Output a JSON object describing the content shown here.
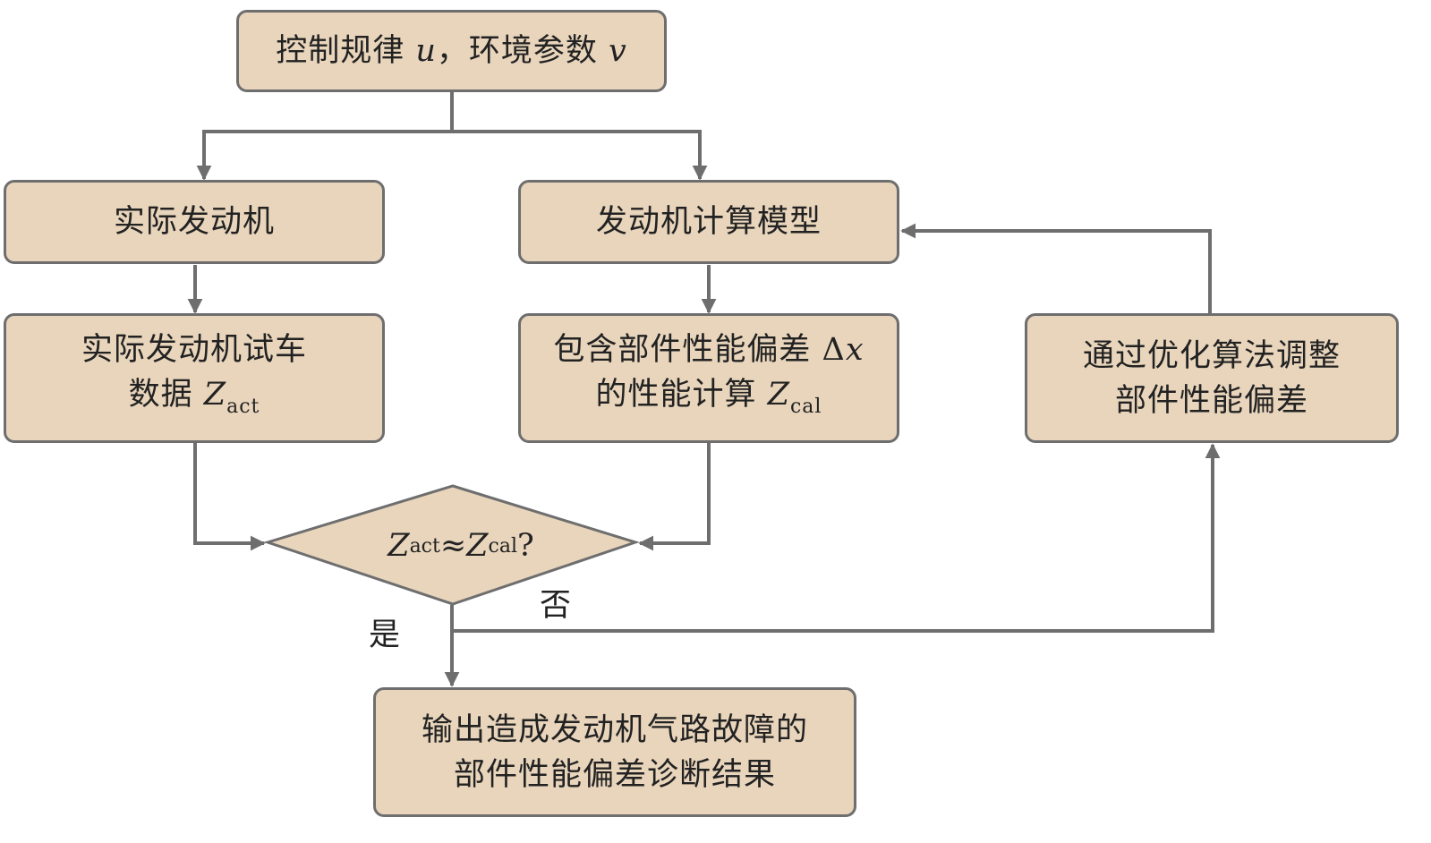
{
  "colors": {
    "box_fill": "#e8d5bc",
    "stroke": "#6e6e6e",
    "text": "#222222"
  },
  "nodes": {
    "input": {
      "text": "控制规律 ",
      "var1": "u",
      "sep": "，环境参数 ",
      "var2": "v"
    },
    "actual": {
      "text": "实际发动机"
    },
    "model": {
      "text": "发动机计算模型"
    },
    "test_data": {
      "line1": "实际发动机试车",
      "line2": "数据 ",
      "var": "Z",
      "sub": "act"
    },
    "perf_calc": {
      "line1": "包含部件性能偏差 Δ",
      "line1_var": "x",
      "line2": "的性能计算 ",
      "var": "Z",
      "sub": "cal"
    },
    "optimize": {
      "line1": "通过优化算法调整",
      "line2": "部件性能偏差"
    },
    "decision": {
      "var_a": "Z",
      "sub_a": "act",
      "op": " ≈ ",
      "var_b": "Z",
      "sub_b": "cal",
      "q": " ?"
    },
    "output": {
      "line1": "输出造成发动机气路故障的",
      "line2": "部件性能偏差诊断结果"
    }
  },
  "edge_labels": {
    "yes": "是",
    "no": "否"
  }
}
